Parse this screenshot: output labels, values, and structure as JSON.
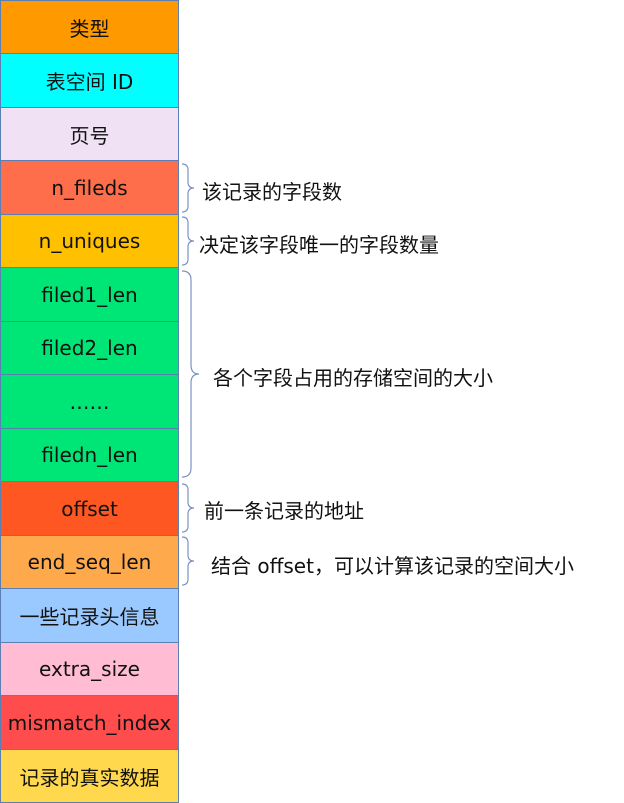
{
  "rows": [
    {
      "label": "类型",
      "color": "#ff9900"
    },
    {
      "label": "表空间  ID",
      "color": "#00ffff"
    },
    {
      "label": "页号",
      "color": "#f0e1f5"
    },
    {
      "label": "n_fileds",
      "color": "#ff6e4a"
    },
    {
      "label": "n_uniques",
      "color": "#ffc000"
    },
    {
      "label": "filed1_len",
      "color": "#00e676"
    },
    {
      "label": "filed2_len",
      "color": "#00e676"
    },
    {
      "label": "……",
      "color": "#00e676"
    },
    {
      "label": "filedn_len",
      "color": "#00e676"
    },
    {
      "label": "offset",
      "color": "#ff5722"
    },
    {
      "label": "end_seq_len",
      "color": "#ffa94d"
    },
    {
      "label": "一些记录头信息",
      "color": "#99c9ff"
    },
    {
      "label": "extra_size",
      "color": "#ffbcd2"
    },
    {
      "label": "mismatch_index",
      "color": "#ff4c4c"
    },
    {
      "label": "记录的真实数据",
      "color": "#ffd84d"
    }
  ],
  "annotations": {
    "n_fileds": "该记录的字段数",
    "n_uniques": "决定该字段唯一的字段数量",
    "field_lens": "各个字段占用的存储空间的大小",
    "offset": "前一条记录的地址",
    "end_seq_len": "结合  offset，可以计算该记录的空间大小"
  },
  "brace_color": "#7b93c2"
}
